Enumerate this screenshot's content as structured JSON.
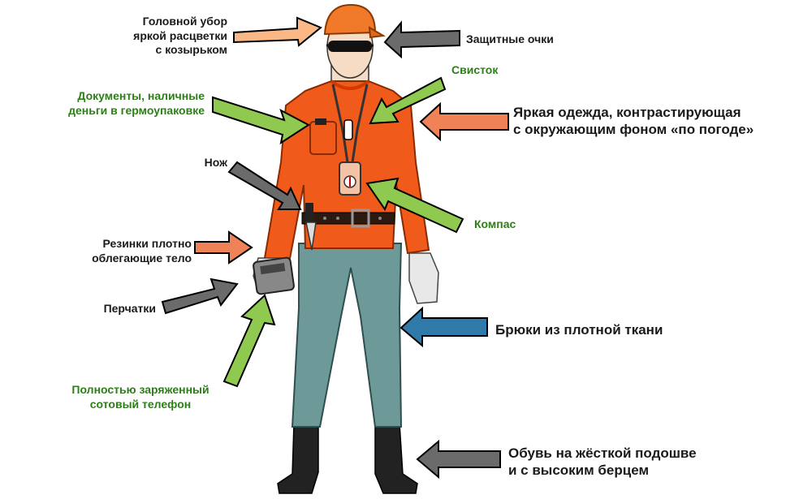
{
  "colors": {
    "black_text": "#1a1a1a",
    "green_text": "#2e7d1a",
    "arrow_peach": "#f9b886",
    "arrow_gray": "#6b6b6b",
    "arrow_green": "#8fc94f",
    "arrow_salmon": "#f08258",
    "arrow_blue": "#2f7aa8",
    "shirt": "#f05a1a",
    "pants": "#6d9a98",
    "skin": "#f6dcc4"
  },
  "labels": {
    "headwear": "Головной убор\nяркой расцветки\nс козырьком",
    "goggles": "Защитные очки",
    "whistle": "Свисток",
    "documents": "Документы, наличные\nденьги в гермоупаковке",
    "clothing": "Яркая одежда, контрастирующая\nс окружающим фоном «по погоде»",
    "knife": "Нож",
    "compass": "Компас",
    "elastic": "Резинки плотно\nоблегающие тело",
    "gloves": "Перчатки",
    "trousers": "Брюки из плотной ткани",
    "phone": "Полностью заряженный\nсотовый телефон",
    "boots": "Обувь на жёсткой подошве\nи с высоким берцем"
  }
}
